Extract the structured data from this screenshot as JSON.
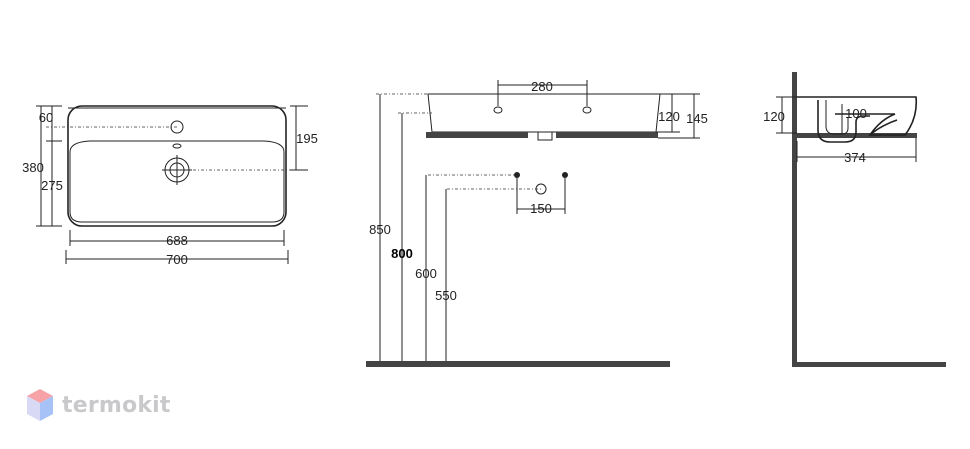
{
  "brand": {
    "name": "termokit",
    "colors": {
      "top": "#f6a2a6",
      "left": "#d7d9f5",
      "right": "#a6c2f6"
    }
  },
  "top_view": {
    "dims": {
      "inner_width": "688",
      "outer_width": "700",
      "total_depth": "380",
      "tap_offset": "60",
      "bowl_depth": "275",
      "side_depth": "195"
    }
  },
  "front_view": {
    "dims": {
      "tap_spacing": "280",
      "bowl_height": "120",
      "total_height": "145",
      "rim_height": "850",
      "top_height": "800",
      "drain_height": "600",
      "waste_height": "550",
      "drain_spacing": "150"
    }
  },
  "side_view": {
    "dims": {
      "rim_height": "120",
      "siphon_height": "100",
      "depth": "374"
    }
  }
}
